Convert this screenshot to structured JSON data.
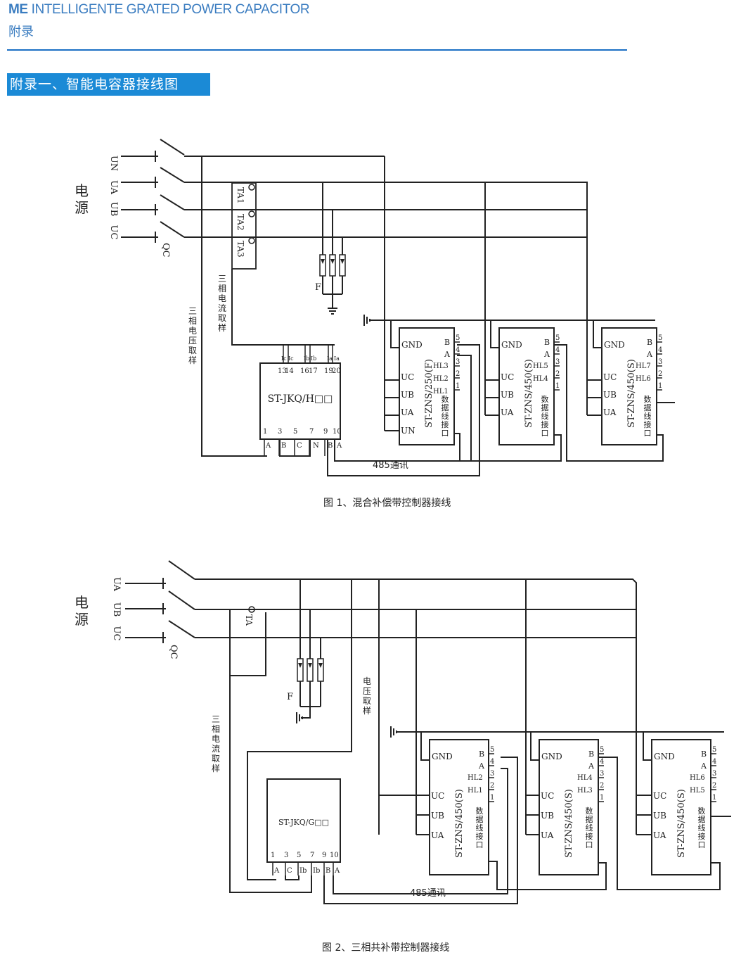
{
  "header": {
    "brand_prefix": "ME",
    "brand_rest": " INTELLIGENTE GRATED POWER CAPACITOR",
    "subtitle": "附录",
    "accent_color": "#1b6fc4"
  },
  "section": {
    "title": "附录一、智能电容器接线图",
    "bg_color": "#1b8ad6"
  },
  "figure1": {
    "caption": "图 1、混合补偿带控制器接线",
    "power_label": [
      "电",
      "源"
    ],
    "phase_labels": [
      "UN",
      "UA",
      "UB",
      "UC"
    ],
    "breaker_label": "QC",
    "ct_labels": [
      "TA1",
      "TA2",
      "TA3"
    ],
    "fuse_label": "F",
    "current_sampling_label": "三相电流取样",
    "voltage_sampling_label": "三相电压取样",
    "controller": {
      "model": "ST-JKQ/H□□",
      "top_pin_names": [
        "Ic",
        "Ic",
        "Ib",
        "Ib",
        "Ia",
        "Ia"
      ],
      "top_pin_numbers": [
        "13",
        "14",
        "16",
        "17",
        "19",
        "20"
      ],
      "bottom_pin_numbers": [
        "1",
        "3",
        "5",
        "7",
        "9",
        "10"
      ],
      "bottom_pin_names": [
        "A",
        "B",
        "C",
        "N",
        "B",
        "A"
      ]
    },
    "comm_label": "485通讯",
    "capacitors": [
      {
        "model": "ST-ZNS/250(F)",
        "inputs": [
          "GND",
          "UC",
          "UB",
          "UA",
          "UN"
        ],
        "leds": [
          "HL3",
          "HL2",
          "HL1"
        ]
      },
      {
        "model": "ST-ZNS/450(S)",
        "inputs": [
          "GND",
          "UC",
          "UB",
          "UA"
        ],
        "leds": [
          "HL5",
          "HL4"
        ]
      },
      {
        "model": "ST-ZNS/450(S)",
        "inputs": [
          "GND",
          "UC",
          "UB",
          "UA"
        ],
        "leds": [
          "HL7",
          "HL6"
        ]
      }
    ]
  },
  "figure2": {
    "caption": "图 2、三相共补带控制器接线",
    "power_label": [
      "电",
      "源"
    ],
    "phase_labels": [
      "UA",
      "UB",
      "UC"
    ],
    "breaker_label": "QC",
    "ct_label": "TA",
    "fuse_label": "F",
    "voltage_sampling_label": "电压取样",
    "current_sampling_label": "三相电流取样",
    "controller": {
      "model": "ST-JKQ/G□□",
      "bottom_pin_numbers": [
        "1",
        "3",
        "5",
        "7",
        "9",
        "10"
      ],
      "bottom_pin_names": [
        "A",
        "C",
        "Ib",
        "Ib",
        "B",
        "A"
      ]
    },
    "comm_label": "485通讯",
    "capacitors": [
      {
        "model": "ST-ZNS/450(S)",
        "inputs": [
          "GND",
          "UC",
          "UB",
          "UA"
        ],
        "leds": [
          "HL2",
          "HL1"
        ]
      },
      {
        "model": "ST-ZNS/450(S)",
        "inputs": [
          "GND",
          "UC",
          "UB",
          "UA"
        ],
        "leds": [
          "HL4",
          "HL3"
        ]
      },
      {
        "model": "ST-ZNS/450(S)",
        "inputs": [
          "GND",
          "UC",
          "UB",
          "UA"
        ],
        "leds": [
          "HL6",
          "HL5"
        ]
      }
    ]
  },
  "common": {
    "port_label": "数据线接口",
    "port_pins": [
      "5",
      "4",
      "3",
      "2",
      "1"
    ],
    "bus_pins": [
      "B",
      "A"
    ]
  }
}
